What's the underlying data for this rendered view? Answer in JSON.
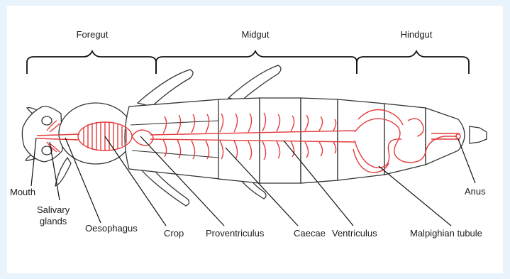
{
  "colors": {
    "background": "#e8f3fb",
    "panel": "#ffffff",
    "gut": "#e33b3b",
    "outline": "#333333"
  },
  "regions": {
    "foregut": "Foregut",
    "midgut": "Midgut",
    "hindgut": "Hindgut"
  },
  "labels": {
    "mouth": "Mouth",
    "salivary_line1": "Salivary",
    "salivary_line2": "glands",
    "oesophagus": "Oesophagus",
    "crop": "Crop",
    "proventriculus": "Proventriculus",
    "caecae": "Caecae",
    "ventriculus": "Ventriculus",
    "malpighian": "Malpighian tubule",
    "anus": "Anus"
  }
}
